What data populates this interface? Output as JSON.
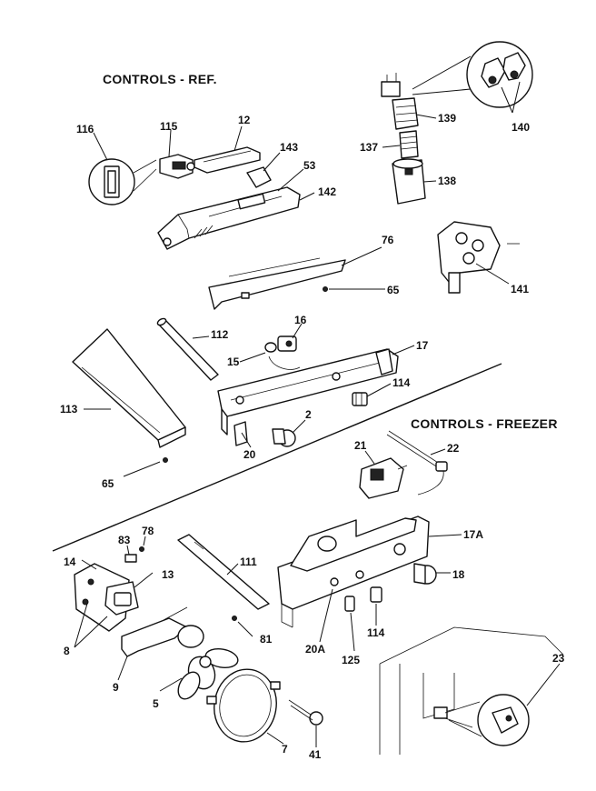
{
  "titles": {
    "ref": "CONTROLS - REF.",
    "freezer": "CONTROLS - FREEZER"
  },
  "parts": {
    "p116": "116",
    "p115": "115",
    "p12": "12",
    "p143": "143",
    "p53": "53",
    "p142": "142",
    "p139": "139",
    "p140": "140",
    "p137": "137",
    "p138": "138",
    "p141": "141",
    "p76": "76",
    "p65a": "65",
    "p112": "112",
    "p16": "16",
    "p15": "15",
    "p17": "17",
    "p113": "113",
    "p114a": "114",
    "p2": "2",
    "p20": "20",
    "p65b": "65",
    "p21": "21",
    "p22": "22",
    "p17A": "17A",
    "p18": "18",
    "p83": "83",
    "p78": "78",
    "p14": "14",
    "p13": "13",
    "p111": "111",
    "p8": "8",
    "p81": "81",
    "p9": "9",
    "p5": "5",
    "p20A": "20A",
    "p125": "125",
    "p114b": "114",
    "p23": "23",
    "p7": "7",
    "p41": "41"
  }
}
